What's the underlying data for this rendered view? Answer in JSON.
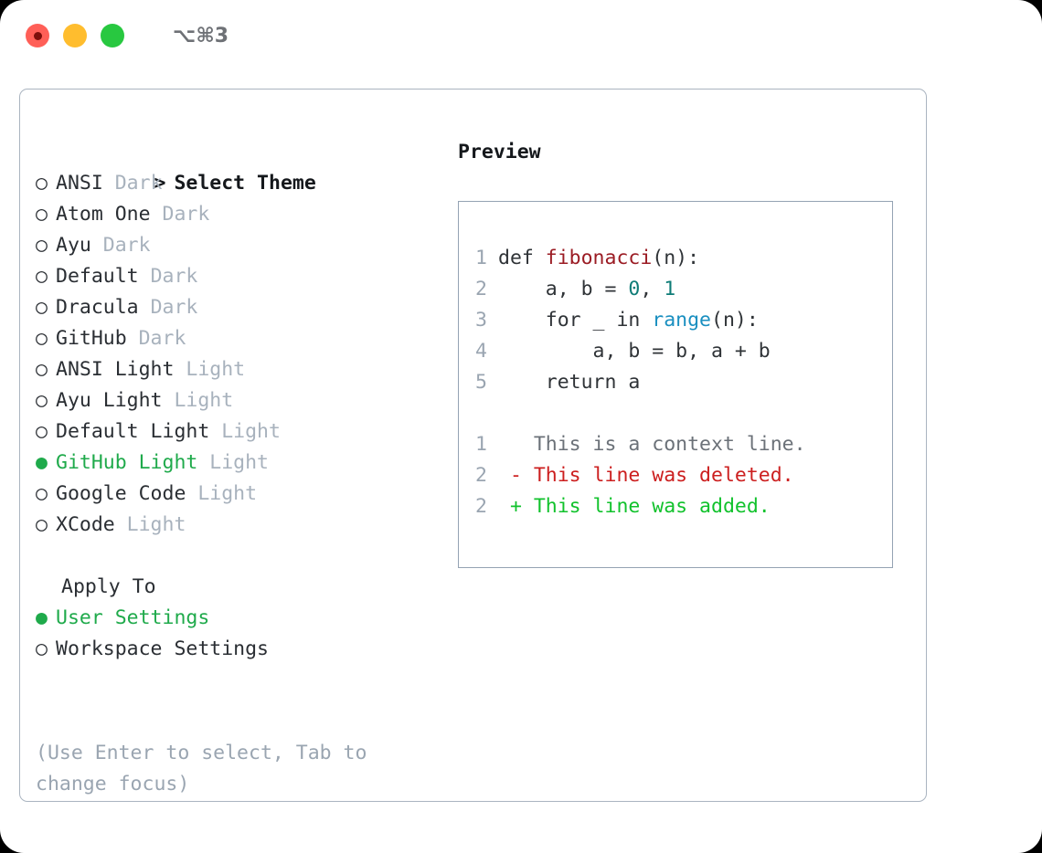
{
  "titlebar": {
    "title": "⌥⌘3",
    "buttons": [
      {
        "name": "close",
        "color": "#ff5f57"
      },
      {
        "name": "minimize",
        "color": "#ffbd2e"
      },
      {
        "name": "maximize",
        "color": "#28c840"
      }
    ]
  },
  "colors": {
    "accent_green": "#1faa4b",
    "tag_gray": "#a8b2bd",
    "hint_gray": "#9aa5b1",
    "panel_border": "#aab4c0",
    "preview_border": "#94a3b3",
    "code_function": "#9b1c24",
    "code_number": "#0e7c77",
    "code_builtin": "#1a8fc0",
    "diff_added": "#11c22c",
    "diff_deleted": "#cc1f1f",
    "diff_context": "#6b7178"
  },
  "theme_selector": {
    "heading_prefix": ">",
    "heading": "Select Theme",
    "bullet_unselected": "○",
    "bullet_selected": "●",
    "items": [
      {
        "name": "ANSI",
        "tag": "Dark",
        "selected": false
      },
      {
        "name": "Atom One",
        "tag": "Dark",
        "selected": false
      },
      {
        "name": "Ayu",
        "tag": "Dark",
        "selected": false
      },
      {
        "name": "Default",
        "tag": "Dark",
        "selected": false
      },
      {
        "name": "Dracula",
        "tag": "Dark",
        "selected": false
      },
      {
        "name": "GitHub",
        "tag": "Dark",
        "selected": false
      },
      {
        "name": "ANSI Light",
        "tag": "Light",
        "selected": false
      },
      {
        "name": "Ayu Light",
        "tag": "Light",
        "selected": false
      },
      {
        "name": "Default Light",
        "tag": "Light",
        "selected": false
      },
      {
        "name": "GitHub Light",
        "tag": "Light",
        "selected": true
      },
      {
        "name": "Google Code",
        "tag": "Light",
        "selected": false
      },
      {
        "name": "XCode",
        "tag": "Light",
        "selected": false
      }
    ]
  },
  "apply_to": {
    "heading": "Apply To",
    "items": [
      {
        "name": "User Settings",
        "selected": true
      },
      {
        "name": "Workspace Settings",
        "selected": false
      }
    ]
  },
  "hint": "(Use Enter to select, Tab to change focus)",
  "preview": {
    "title": "Preview",
    "code_lines": [
      {
        "no": "1",
        "tokens": [
          {
            "t": "def ",
            "k": "plain"
          },
          {
            "t": "fibonacci",
            "k": "fn"
          },
          {
            "t": "(n):",
            "k": "plain"
          }
        ]
      },
      {
        "no": "2",
        "tokens": [
          {
            "t": "    a, b = ",
            "k": "plain"
          },
          {
            "t": "0",
            "k": "num"
          },
          {
            "t": ", ",
            "k": "plain"
          },
          {
            "t": "1",
            "k": "num"
          }
        ]
      },
      {
        "no": "3",
        "tokens": [
          {
            "t": "    for _ in ",
            "k": "plain"
          },
          {
            "t": "range",
            "k": "bi"
          },
          {
            "t": "(n):",
            "k": "plain"
          }
        ]
      },
      {
        "no": "4",
        "tokens": [
          {
            "t": "        a, b = b, a + b",
            "k": "plain"
          }
        ]
      },
      {
        "no": "5",
        "tokens": [
          {
            "t": "    return a",
            "k": "plain"
          }
        ]
      }
    ],
    "diff_lines": [
      {
        "no": "1",
        "marker": " ",
        "text": "This is a context line.",
        "kind": "context"
      },
      {
        "no": "2",
        "marker": "-",
        "text": "This line was deleted.",
        "kind": "deleted"
      },
      {
        "no": "2",
        "marker": "+",
        "text": "This line was added.",
        "kind": "added"
      }
    ]
  }
}
